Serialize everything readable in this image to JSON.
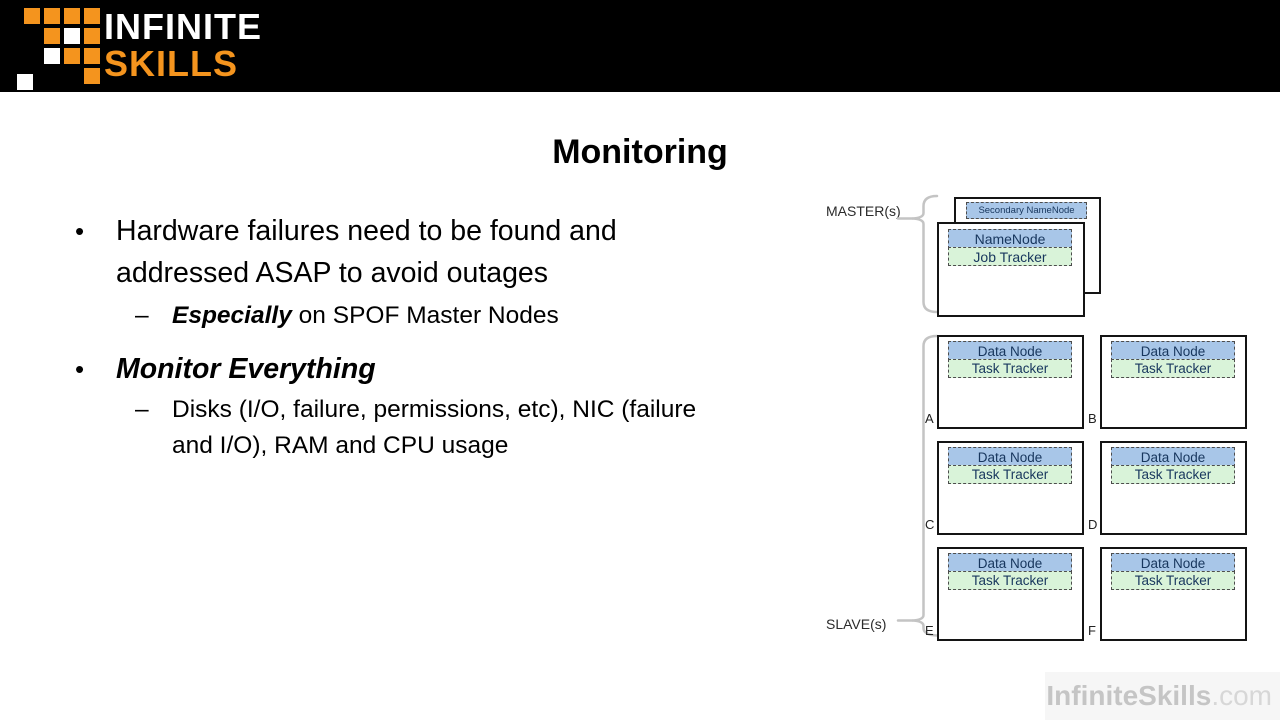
{
  "header": {
    "logo_line1": "INFINITE",
    "logo_line2": "SKILLS",
    "brand_orange": "#f4941e"
  },
  "slide": {
    "title": "Monitoring",
    "bullet1": {
      "marker": "•",
      "line1": "Hardware failures need to be found and",
      "line2": "addressed ASAP to avoid outages"
    },
    "sub1": {
      "marker": "–",
      "emphasis": "Especially",
      "rest": " on SPOF Master Nodes"
    },
    "bullet2": {
      "marker": "•",
      "text": "Monitor Everything"
    },
    "sub2": {
      "marker": "–",
      "line1": "Disks (I/O, failure, permissions, etc), NIC (failure",
      "line2": "and I/O), RAM and CPU usage"
    }
  },
  "diagram": {
    "master_label": "MASTER(s)",
    "slave_label": "SLAVE(s)",
    "master_nodes": {
      "secondary": "Secondary NameNode",
      "namenode": "NameNode",
      "jobtracker": "Job Tracker"
    },
    "slave_node_blue": "Data Node",
    "slave_node_green": "Task Tracker",
    "slave_letters": [
      "A",
      "B",
      "C",
      "D",
      "E",
      "F"
    ],
    "colors": {
      "node_blue_fill": "#a8c6e8",
      "node_green_fill": "#d9f3d9",
      "node_text": "#17365d",
      "box_border": "#141414",
      "dashed_border": "#4d4d4d",
      "brace": "#c4c4c4"
    }
  },
  "watermark": {
    "bold": "InfiniteSkills",
    "regular": ".com"
  }
}
